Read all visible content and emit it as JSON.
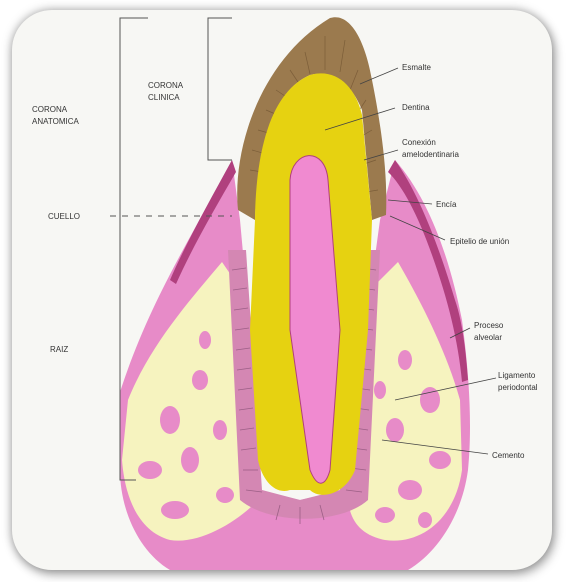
{
  "labels": {
    "corona_anatomica": [
      "CORONA",
      "ANATOMICA"
    ],
    "corona_clinica": [
      "CORONA",
      "CLINICA"
    ],
    "cuello": "CUELLO",
    "raiz": "RAIZ",
    "esmalte": "Esmalte",
    "dentina": "Dentina",
    "conexion": [
      "Conexión",
      "amelodentinaria"
    ],
    "encia": "Encía",
    "epitelio": "Epitelio de unión",
    "proceso": [
      "Proceso",
      "alveolar"
    ],
    "ligamento": [
      "Ligamento",
      "periodontal"
    ],
    "cemento": "Cemento"
  },
  "colors": {
    "enamel": "#9b7a4e",
    "dentin": "#e6d211",
    "pulp": "#f08ad0",
    "gum": "#e78bc8",
    "bone": "#f6f3bf",
    "background": "#f7f7f4"
  }
}
